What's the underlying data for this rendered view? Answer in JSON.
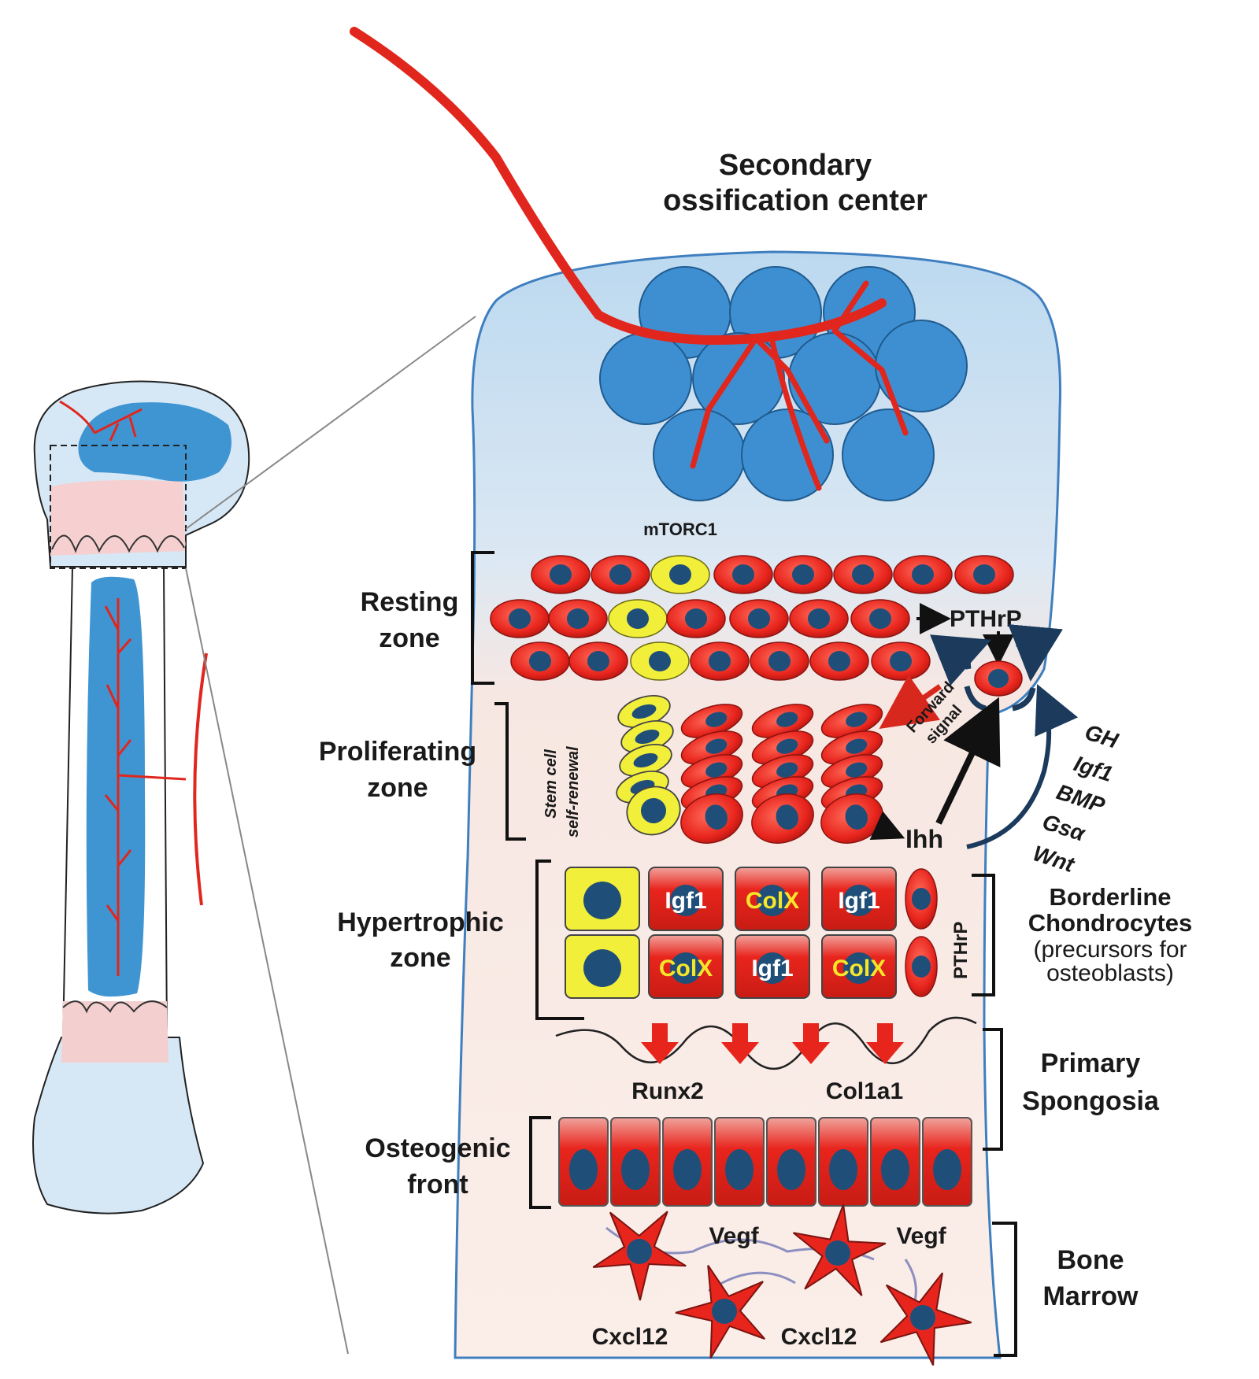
{
  "title": {
    "line1": "Secondary",
    "line2": "ossification  center"
  },
  "zones": {
    "resting": {
      "line1": "Resting",
      "line2": "zone"
    },
    "proliferating": {
      "line1": "Proliferating",
      "line2": "zone"
    },
    "hypertrophic": {
      "line1": "Hypertrophic",
      "line2": "zone"
    },
    "osteogenic": {
      "line1": "Osteogenic",
      "line2": "front"
    },
    "primary_spongiosa": {
      "line1": "Primary",
      "line2": "Spongosia"
    },
    "bone_marrow": {
      "line1": "Bone",
      "line2": "Marrow"
    },
    "borderline": {
      "line1": "Borderline",
      "line2": "Chondrocytes",
      "line3": "(precursors for",
      "line4": "osteoblasts)"
    }
  },
  "signals": {
    "mtorc1": "mTORC1",
    "pthrp": "PTHrP",
    "pthrp_vertical": "PTHrP",
    "forward_line1": "Forward",
    "forward_line2": "signal",
    "stem_line1": "Stem cell",
    "stem_line2": "self-renewal",
    "ihh": "Ihh",
    "factors": [
      "GH",
      "Igf1",
      "BMP",
      "Gsα",
      "Wnt"
    ],
    "runx2": "Runx2",
    "col1a1": "Col1a1",
    "vegf": "Vegf",
    "cxcl12": "Cxcl12"
  },
  "hypertrophic_cells": {
    "row1": [
      "",
      "Igf1",
      "ColX",
      "Igf1"
    ],
    "row2": [
      "",
      "ColX",
      "Igf1",
      "ColX"
    ]
  },
  "colors": {
    "cell_red": "#e8251d",
    "nucleus_blue": "#1f4e79",
    "stem_yellow": "#f2ef3a",
    "circle_blue": "#3d8fd1",
    "bone_blue": "#cfe3f5",
    "cartilage_pink": "#f6d5d5"
  }
}
